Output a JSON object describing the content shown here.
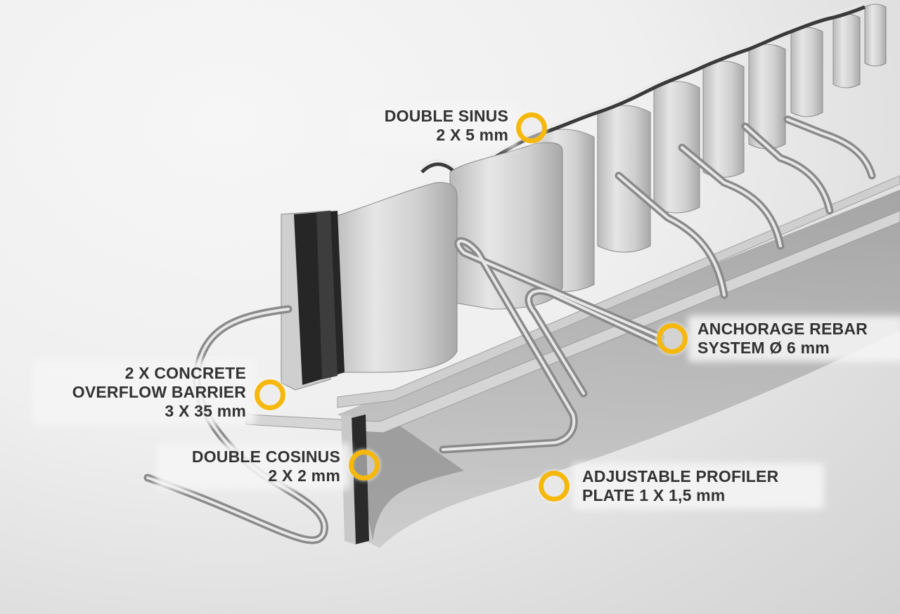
{
  "image": {
    "subject": "stainless steel concrete expansion joint profile with anchorage rebars",
    "accent_color": "#f6b80d",
    "text_color": "#333333",
    "background_color": "#efefef"
  },
  "callouts": [
    {
      "id": "double-sinus",
      "lines": [
        "DOUBLE SINUS",
        "2 X 5 mm"
      ],
      "align": "right"
    },
    {
      "id": "anchorage-rebar",
      "lines": [
        "ANCHORAGE REBAR",
        "SYSTEM Ø 6 mm"
      ],
      "align": "left"
    },
    {
      "id": "concrete-overflow-barrier",
      "lines": [
        "2 X CONCRETE",
        "OVERFLOW BARRIER",
        "3 X 35 mm"
      ],
      "align": "right"
    },
    {
      "id": "double-cosinus",
      "lines": [
        "DOUBLE COSINUS",
        "2 X 2 mm"
      ],
      "align": "right"
    },
    {
      "id": "adjustable-profiler-plate",
      "lines": [
        "ADJUSTABLE PROFILER",
        "PLATE 1 X 1,5 mm"
      ],
      "align": "left"
    }
  ]
}
